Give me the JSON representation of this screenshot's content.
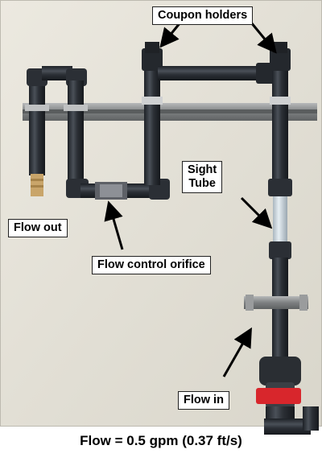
{
  "labels": {
    "coupon_holders": "Coupon holders",
    "sight_tube_line1": "Sight",
    "sight_tube_line2": "Tube",
    "flow_out": "Flow out",
    "flow_control_orifice": "Flow control orifice",
    "flow_in": "Flow in"
  },
  "caption": "Flow = 0.5 gpm (0.37 ft/s)",
  "colors": {
    "wall": "#e3e0d6",
    "pipe": "#2e3238",
    "bracket": "#8c8e8f",
    "valve_handle": "#d8262c",
    "fitting_tan": "#c9a56a",
    "sight_tube": "#cfd9e0"
  }
}
